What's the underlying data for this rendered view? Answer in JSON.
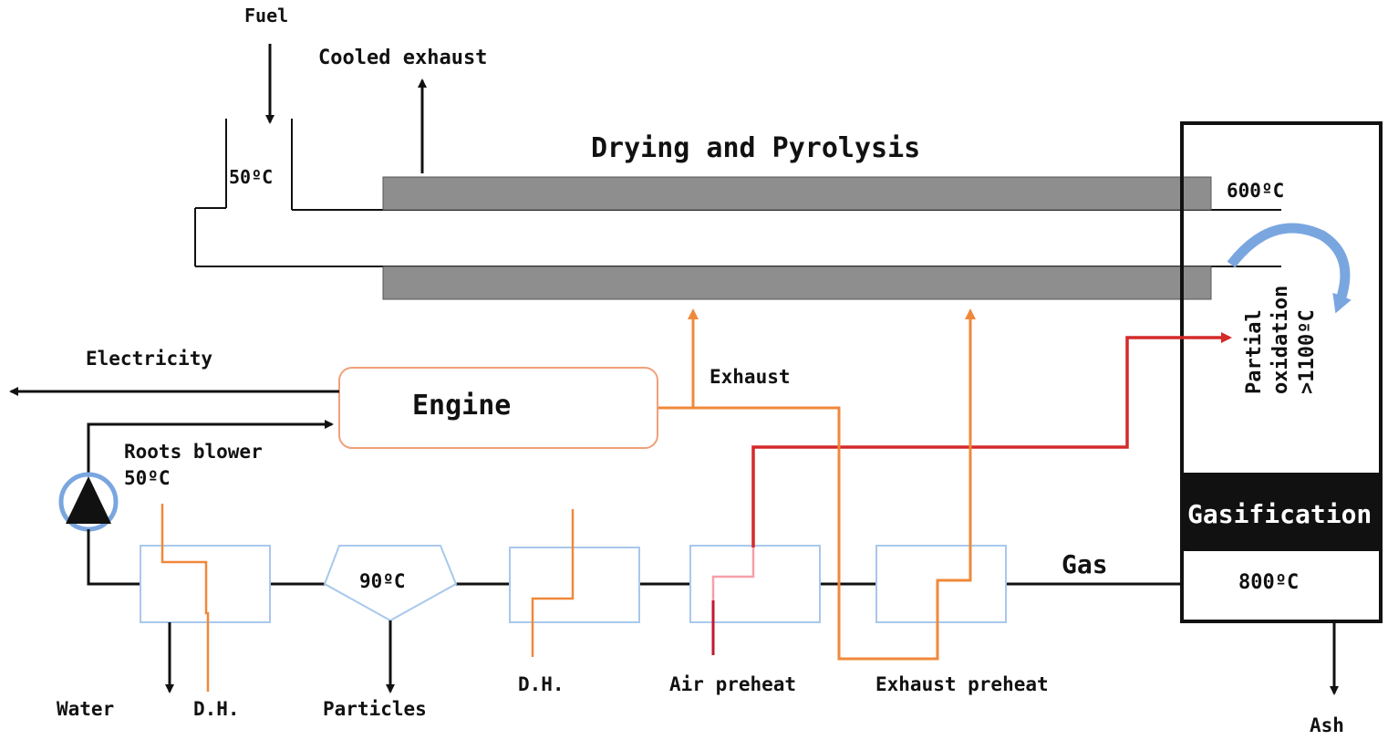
{
  "title": "Drying and Pyrolysis",
  "labels": {
    "fuel": "Fuel",
    "cooled_exhaust": "Cooled exhaust",
    "inlet_temp": "50ºC",
    "reactor_temp": "600ºC",
    "partial_oxidation_line1": "Partial",
    "partial_oxidation_line2": "oxidation",
    "partial_oxidation_temp": ">1100ºC",
    "electricity": "Electricity",
    "engine": "Engine",
    "exhaust": "Exhaust",
    "roots_blower": "Roots blower",
    "blower_temp": "50ºC",
    "cyclone_temp": "90ºC",
    "gas": "Gas",
    "gasification": "Gasification",
    "gasifier_temp": "800ºC",
    "water": "Water",
    "dh1": "D.H.",
    "particles": "Particles",
    "dh2": "D.H.",
    "air_preheat": "Air preheat",
    "exhaust_preheat": "Exhaust preheat",
    "ash": "Ash"
  },
  "colors": {
    "line": "#111111",
    "exhaust_line": "#f0883a",
    "air_line": "#d42a2a",
    "heat_exchanger": "#a8c8ec",
    "jacket": "#8e8e8e",
    "engine_border": "#f0a07a",
    "swirl": "#7aa6e0"
  }
}
